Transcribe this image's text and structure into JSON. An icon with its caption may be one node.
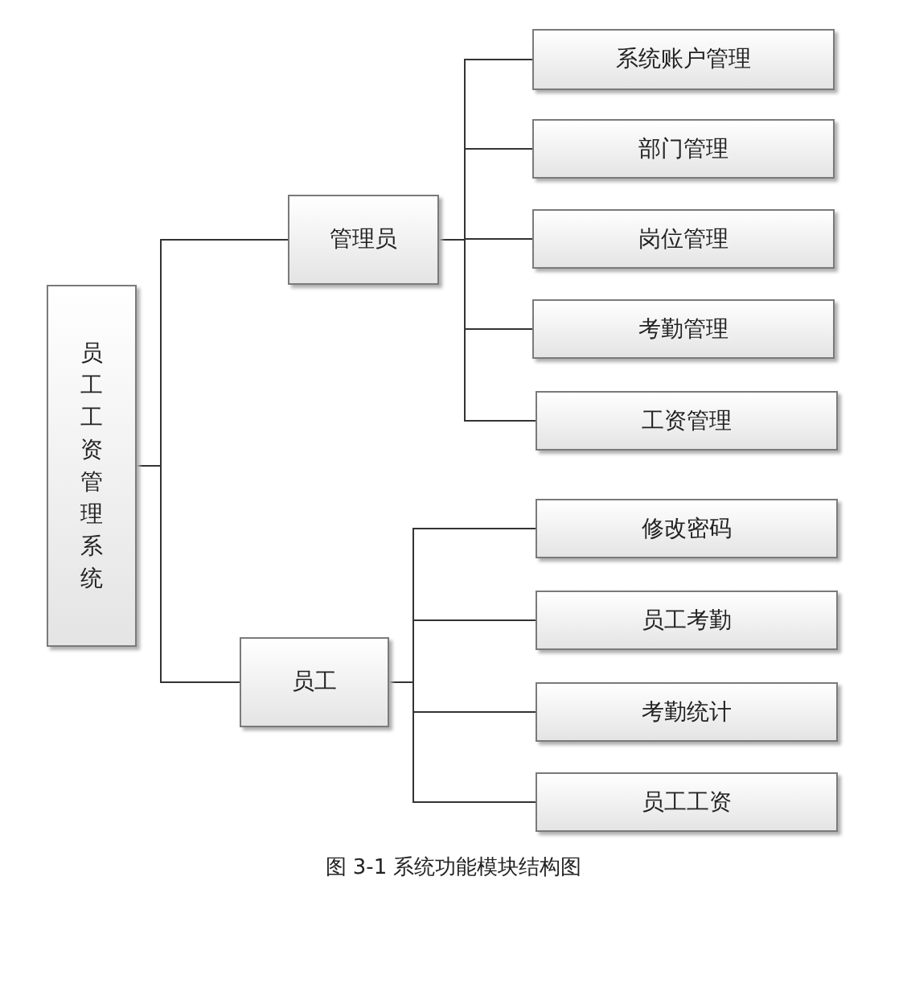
{
  "diagram": {
    "caption": "图 3-1 系统功能模块结构图",
    "nodes": [
      {
        "text": [
          "员工工资管理系统"
        ]
      },
      {
        "text": [
          "管理员"
        ]
      },
      {
        "text": [
          "系统账户管理"
        ]
      },
      {
        "text": [
          "部门管理"
        ]
      },
      {
        "text": [
          "岗位管理"
        ]
      },
      {
        "text": [
          "考勤管理"
        ]
      },
      {
        "text": [
          "工资管理"
        ]
      },
      {
        "text": [
          "员工"
        ]
      },
      {
        "text": [
          "修改密码"
        ]
      },
      {
        "text": [
          "员工考勤"
        ]
      },
      {
        "text": [
          "考勤统计"
        ]
      },
      {
        "text": [
          "员工工资"
        ]
      }
    ],
    "edges": [
      {
        "from": 0,
        "to": 1,
        "arrow": "none"
      },
      {
        "from": 0,
        "to": 7,
        "arrow": "none"
      },
      {
        "from": 1,
        "to": 2,
        "arrow": "none"
      },
      {
        "from": 1,
        "to": 3,
        "arrow": "none"
      },
      {
        "from": 1,
        "to": 4,
        "arrow": "none"
      },
      {
        "from": 1,
        "to": 5,
        "arrow": "none"
      },
      {
        "from": 1,
        "to": 6,
        "arrow": "none"
      },
      {
        "from": 7,
        "to": 8,
        "arrow": "none"
      },
      {
        "from": 7,
        "to": 9,
        "arrow": "none"
      },
      {
        "from": 7,
        "to": 10,
        "arrow": "none"
      },
      {
        "from": 7,
        "to": 11,
        "arrow": "none"
      }
    ]
  }
}
